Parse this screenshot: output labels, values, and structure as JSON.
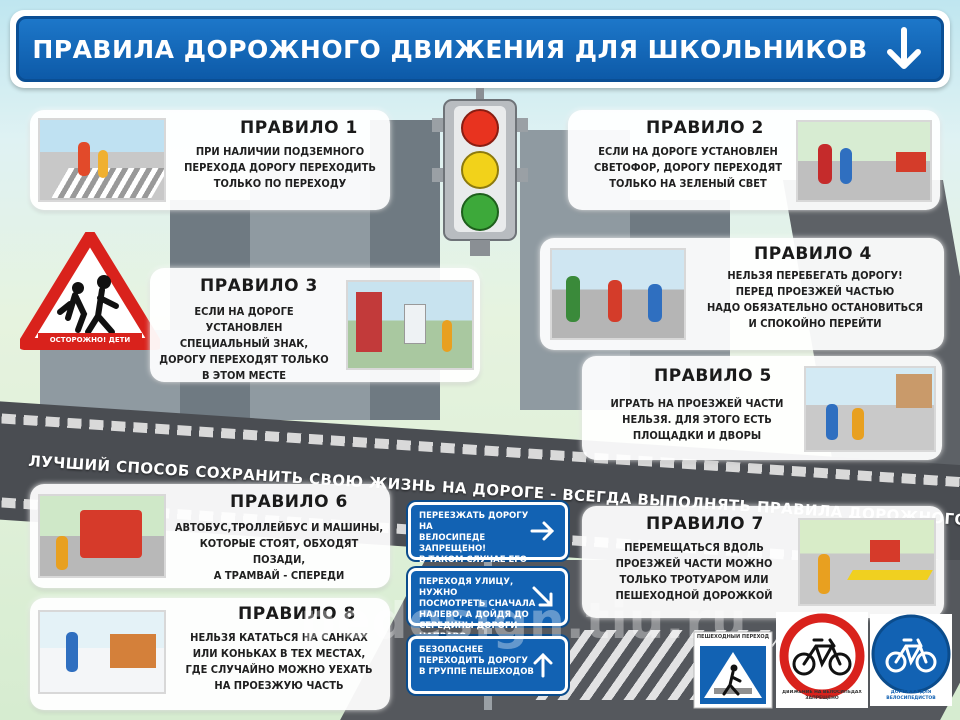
{
  "title": "ПРАВИЛА ДОРОЖНОГО ДВИЖЕНИЯ ДЛЯ ШКОЛЬНИКОВ",
  "rules": [
    {
      "title": "ПРАВИЛО 1",
      "text": "ПРИ НАЛИЧИИ ПОДЗЕМНОГО\nПЕРЕХОДА ДОРОГУ ПЕРЕХОДИТЬ\nТОЛЬКО ПО ПЕРЕХОДУ"
    },
    {
      "title": "ПРАВИЛО 2",
      "text": "ЕСЛИ НА ДОРОГЕ УСТАНОВЛЕН\nСВЕТОФОР, ДОРОГУ ПЕРЕХОДЯТ\nТОЛЬКО НА ЗЕЛЕНЫЙ СВЕТ"
    },
    {
      "title": "ПРАВИЛО 3",
      "text": "ЕСЛИ НА ДОРОГЕ УСТАНОВЛЕН\nСПЕЦИАЛЬНЫЙ ЗНАК,\nДОРОГУ ПЕРЕХОДЯТ ТОЛЬКО\nВ ЭТОМ МЕСТЕ"
    },
    {
      "title": "ПРАВИЛО 4",
      "text": "НЕЛЬЗЯ ПЕРЕБЕГАТЬ ДОРОГУ!\nПЕРЕД ПРОЕЗЖЕЙ ЧАСТЬЮ\nНАДО ОБЯЗАТЕЛЬНО ОСТАНОВИТЬСЯ\nИ СПОКОЙНО ПЕРЕЙТИ"
    },
    {
      "title": "ПРАВИЛО 5",
      "text": "ИГРАТЬ НА ПРОЕЗЖЕЙ  ЧАСТИ\nНЕЛЬЗЯ. ДЛЯ ЭТОГО ЕСТЬ\nПЛОЩАДКИ  И ДВОРЫ"
    },
    {
      "title": "ПРАВИЛО 6",
      "text": "АВТОБУС,ТРОЛЛЕЙБУС И  МАШИНЫ,\nКОТОРЫЕ СТОЯТ, ОБХОДЯТ  ПОЗАДИ,\nА ТРАМВАЙ - СПЕРЕДИ"
    },
    {
      "title": "ПРАВИЛО 7",
      "text": "ПЕРЕМЕЩАТЬСЯ ВДОЛЬ\nПРОЕЗЖЕЙ ЧАСТИ МОЖНО\nТОЛЬКО ТРОТУАРОМ ИЛИ\nПЕШЕХОДНОЙ ДОРОЖКОЙ"
    },
    {
      "title": "ПРАВИЛО 8",
      "text": "НЕЛЬЗЯ КАТАТЬСЯ НА САНКАХ\nИЛИ КОНЬКАХ В ТЕХ МЕСТАХ,\nГДЕ СЛУЧАЙНО МОЖНО УЕХАТЬ\nНА ПРОЕЗЖУЮ ЧАСТЬ"
    }
  ],
  "warning_sign_label": "ОСТОРОЖНО! ДЕТИ",
  "slogan": "ЛУЧШИЙ СПОСОБ СОХРАНИТЬ СВОЮ ЖИЗНЬ НА ДОРОГЕ - ВСЕГДА ВЫПОЛНЯТЬ ПРАВИЛА ДОРОЖНОГО ДВИЖЕНИЯ",
  "info_signs": [
    {
      "text": "ПЕРЕЕЗЖАТЬ ДОРОГУ НА\nВЕЛОСИПЕДЕ ЗАПРЕЩЕНО!\nВ ТАКОМ СЛУЧАЕ ЕГО НАДО\nПЕРЕВОЗИТЬ, ДЕРЖА ЗА РУЛЬ.",
      "arrow": "right-arrow-icon"
    },
    {
      "text": "ПЕРЕХОДЯ УЛИЦУ, НУЖНО\nПОСМОТРЕТЬ СНАЧАЛА\nНАЛЕВО, А ДОЙДЯ ДО\nСЕРЕДИНЫ ДОРОГИ - НАПРАВО",
      "arrow": "diagonal-arrow-icon"
    },
    {
      "text": "БЕЗОПАСНЕЕ\nПЕРЕХОДИТЬ ДОРОГУ\nВ ГРУППЕ ПЕШЕХОДОВ",
      "arrow": "up-arrow-icon"
    }
  ],
  "road_signs": {
    "pedestrian_crossing": "ПЕШЕХОДНЫЙ ПЕРЕХОД",
    "no_bicycles": "ДВИЖЕНИЕ НА ВЕЛОСИПЕДАХ ЗАПРЕЩЕНО",
    "bicycle_path": "ДОРОЖКА ДЛЯ ВЕЛОСИПЕДИСТОВ"
  },
  "watermark": "pedesign.tiu.ru",
  "colors": {
    "title_blue": "#1262b3",
    "sign_red": "#d9221c",
    "light_red": "#e8331f",
    "light_yellow": "#f2d21a",
    "light_green": "#3da93a"
  }
}
